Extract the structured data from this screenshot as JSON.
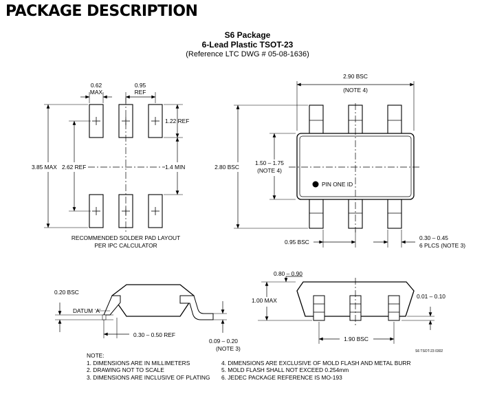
{
  "page_heading": "PACKAGE DESCRIPTION",
  "title": {
    "package": "S6 Package",
    "lead": "6-Lead Plastic TSOT-23",
    "reference": "(Reference LTC DWG # 05-08-1636)"
  },
  "pad_layout": {
    "pad_width": [
      "0.62",
      "MAX"
    ],
    "pitch": [
      "0.95",
      "REF"
    ],
    "pad_length": "1.22 REF",
    "overall": "3.85 MAX",
    "center": "2.62 REF",
    "gap": "1.4 MIN",
    "caption": [
      "RECOMMENDED SOLDER PAD LAYOUT",
      "PER IPC CALCULATOR"
    ]
  },
  "top_view": {
    "body_length": [
      "2.90 BSC",
      "(NOTE 4)"
    ],
    "overall_width": "2.80 BSC",
    "body_width": [
      "1.50 – 1.75",
      "(NOTE 4)"
    ],
    "pin_one": "PIN ONE ID",
    "pitch": "0.95 BSC",
    "lead_width": [
      "0.30 – 0.45",
      "6 PLCS (NOTE 3)"
    ]
  },
  "side_view": {
    "gauge": "0.20 BSC",
    "datum": "DATUM ‘A’",
    "foot": "0.30 – 0.50 REF",
    "lead_thickness": [
      "0.09 – 0.20",
      "(NOTE 3)"
    ]
  },
  "front_view": {
    "body_height": "0.80 – 0.90",
    "max_height": "1.00 MAX",
    "standoff": "0.01 – 0.10",
    "span": "1.90 BSC",
    "drawing_id": "S6 TSOT-23 0302"
  },
  "notes": {
    "heading": "NOTE:",
    "left": [
      "1. DIMENSIONS ARE IN MILLIMETERS",
      "2. DRAWING NOT TO SCALE",
      "3. DIMENSIONS ARE INCLUSIVE OF PLATING"
    ],
    "right": [
      "4. DIMENSIONS ARE EXCLUSIVE OF MOLD FLASH AND METAL BURR",
      "5. MOLD FLASH SHALL NOT EXCEED 0.254mm",
      "6. JEDEC PACKAGE REFERENCE IS MO-193"
    ]
  }
}
